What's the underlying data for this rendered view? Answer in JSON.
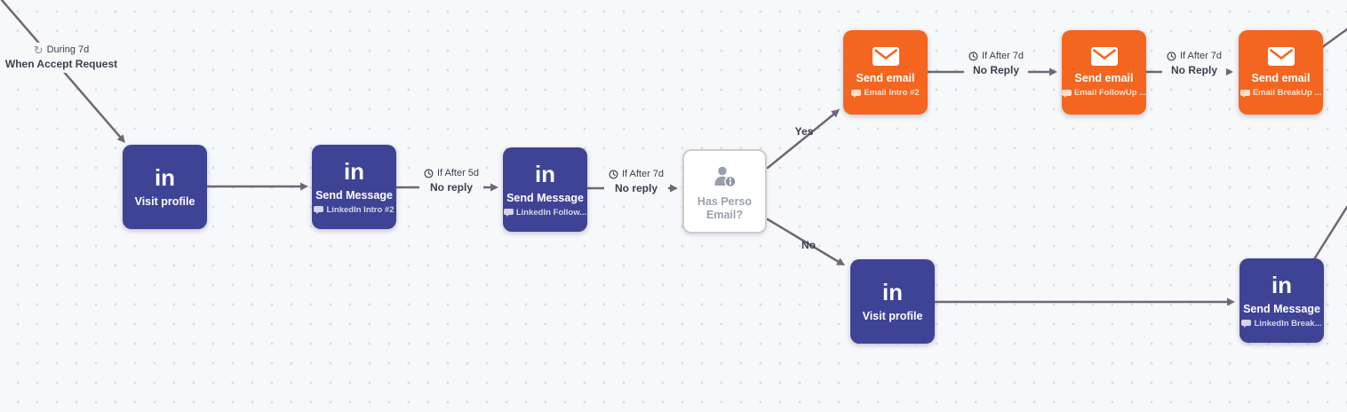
{
  "colors": {
    "background": "#f7f8fa",
    "dot": "#dcdde1",
    "linkedin_node": "#3e4396",
    "email_node": "#f4661f",
    "edge": "#6e6777",
    "label_text": "#3b3f4e",
    "condition_text": "#9aa2ad",
    "condition_border": "#cbccce"
  },
  "icons": {
    "linkedin_glyph": "in",
    "repeat_glyph": "↻"
  },
  "trigger": {
    "duration": "During 7d",
    "event": "When Accept Request"
  },
  "branch_labels": {
    "yes": "Yes",
    "no": "No"
  },
  "nodes": {
    "visit_profile_1": {
      "title": "Visit profile"
    },
    "send_message_1": {
      "title": "Send Message",
      "subtitle": "LinkedIn Intro #2"
    },
    "send_message_2": {
      "title": "Send Message",
      "subtitle": "LinkedIn Follow..."
    },
    "has_perso_email": {
      "title": "Has Perso Email?"
    },
    "send_email_1": {
      "title": "Send email",
      "subtitle": "Email Intro #2"
    },
    "send_email_2": {
      "title": "Send email",
      "subtitle": "Email FollowUp ..."
    },
    "send_email_3": {
      "title": "Send email",
      "subtitle": "Email BreakUp ..."
    },
    "visit_profile_2": {
      "title": "Visit profile"
    },
    "send_message_3": {
      "title": "Send Message",
      "subtitle": "LinkedIn Break..."
    }
  },
  "edges": {
    "intro_to_follow": {
      "condition": "If After 5d",
      "status": "No reply"
    },
    "follow_to_check": {
      "condition": "If After 7d",
      "status": "No reply"
    },
    "email1_to_email2": {
      "condition": "If After 7d",
      "status": "No Reply"
    },
    "email2_to_email3": {
      "condition": "If After 7d",
      "status": "No Reply"
    }
  }
}
